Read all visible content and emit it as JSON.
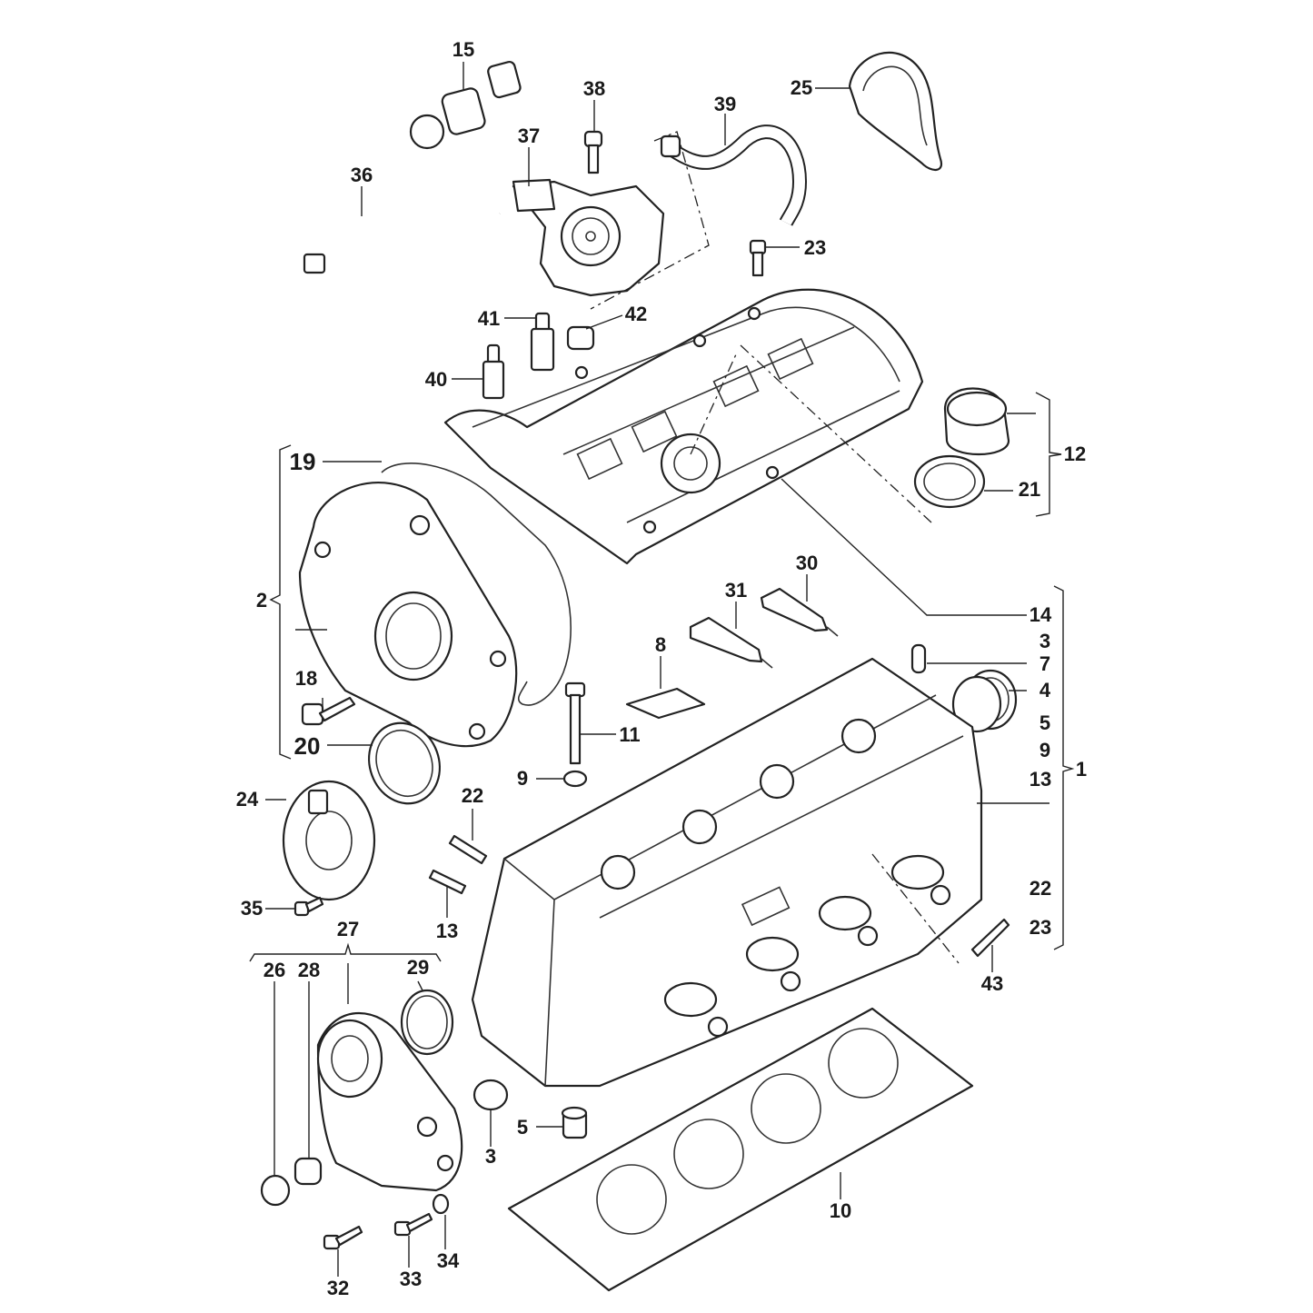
{
  "diagram": {
    "highlight_color": "#cc1f1f",
    "text_color": "#1a1a1a",
    "labels": {
      "l1": "1",
      "l2": "2",
      "l3a": "3",
      "l3b": "3",
      "l4": "4",
      "l5a": "5",
      "l5b": "5",
      "l7": "7",
      "l8": "8",
      "l9a": "9",
      "l9b": "9",
      "l10": "10",
      "l11": "11",
      "l12": "12",
      "l13a": "13",
      "l13b": "13",
      "l14": "14",
      "l15": "15",
      "l18": "18",
      "l19": "19",
      "l20": "20",
      "l21": "21",
      "l22a": "22",
      "l22b": "22",
      "l23a": "23",
      "l23b": "23",
      "l24": "24",
      "l25": "25",
      "l26": "26",
      "l27": "27",
      "l28": "28",
      "l29": "29",
      "l30": "30",
      "l31": "31",
      "l32": "32",
      "l33": "33",
      "l34": "34",
      "l35": "35",
      "l36": "36",
      "l37": "37",
      "l38": "38",
      "l39": "39",
      "l40": "40",
      "l41": "41",
      "l42": "42",
      "l43": "43"
    },
    "highlighted": [
      "19",
      "20"
    ]
  }
}
